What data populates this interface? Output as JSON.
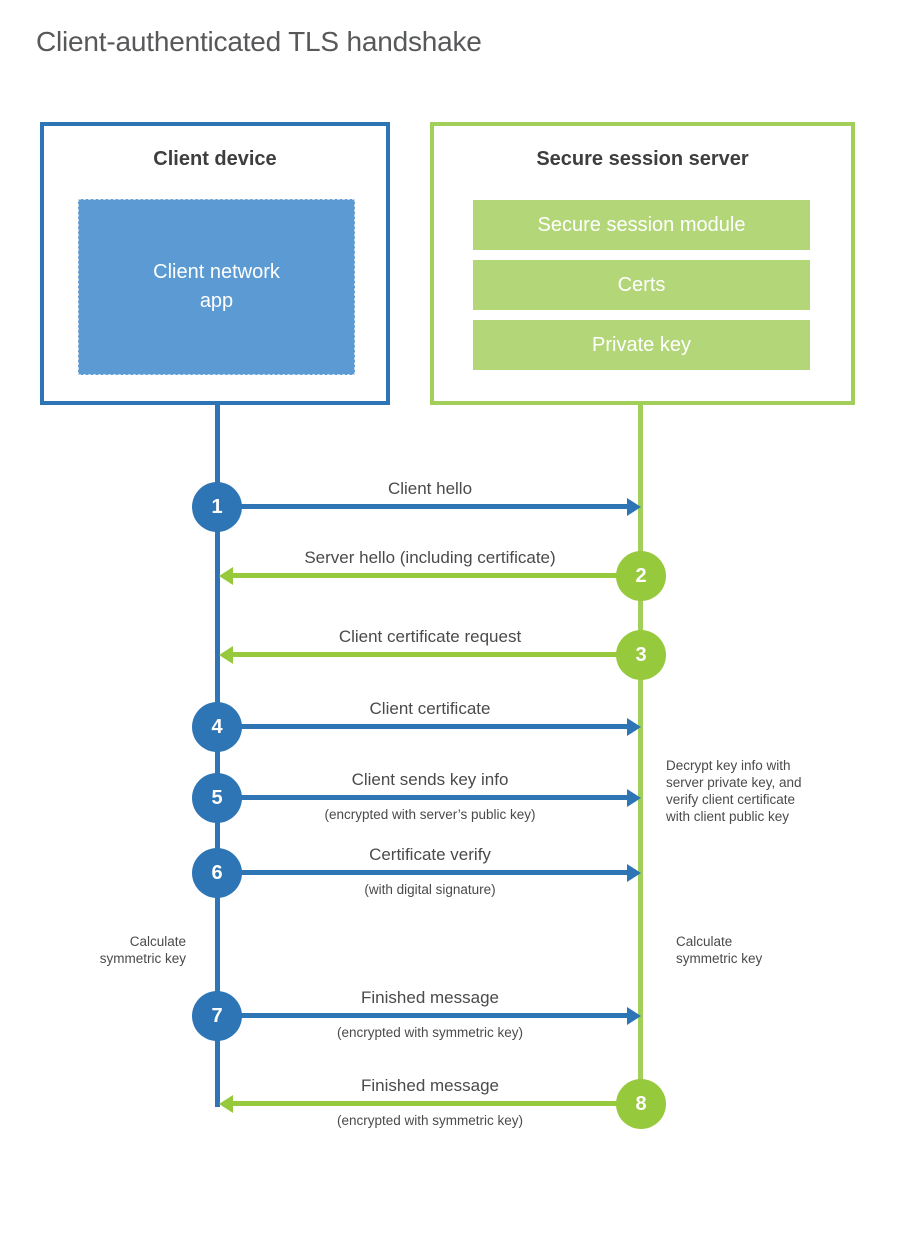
{
  "title": "Client-authenticated TLS handshake",
  "client": {
    "title": "Client device",
    "app": "Client network\napp"
  },
  "server": {
    "title": "Secure session server",
    "modules": [
      "Secure session module",
      "Certs",
      "Private key"
    ]
  },
  "steps": [
    {
      "num": "1",
      "label": "Client hello",
      "direction": "client-to-server"
    },
    {
      "num": "2",
      "label": "Server hello (including certificate)",
      "direction": "server-to-client"
    },
    {
      "num": "3",
      "label": "Client certificate request",
      "direction": "server-to-client"
    },
    {
      "num": "4",
      "label": "Client certificate",
      "direction": "client-to-server"
    },
    {
      "num": "5",
      "label": "Client sends key info",
      "sub": "(encrypted with server’s public key)",
      "direction": "client-to-server"
    },
    {
      "num": "6",
      "label": "Certificate verify",
      "sub": "(with digital signature)",
      "direction": "client-to-server"
    },
    {
      "num": "7",
      "label": "Finished message",
      "sub": "(encrypted with symmetric key)",
      "direction": "client-to-server"
    },
    {
      "num": "8",
      "label": "Finished message",
      "sub": "(encrypted with symmetric key)",
      "direction": "server-to-client"
    }
  ],
  "notes": {
    "decrypt": "Decrypt key info with\nserver private key, and\nverify client certificate\nwith client public key",
    "calc_client": "Calculate\nsymmetric key",
    "calc_server": "Calculate\nsymmetric key"
  },
  "colors": {
    "blue": "#2e75b6",
    "blue_fill": "#5b9ad3",
    "green": "#97c93d",
    "green_border": "#a2ce5a",
    "green_bar": "#b3d778"
  }
}
